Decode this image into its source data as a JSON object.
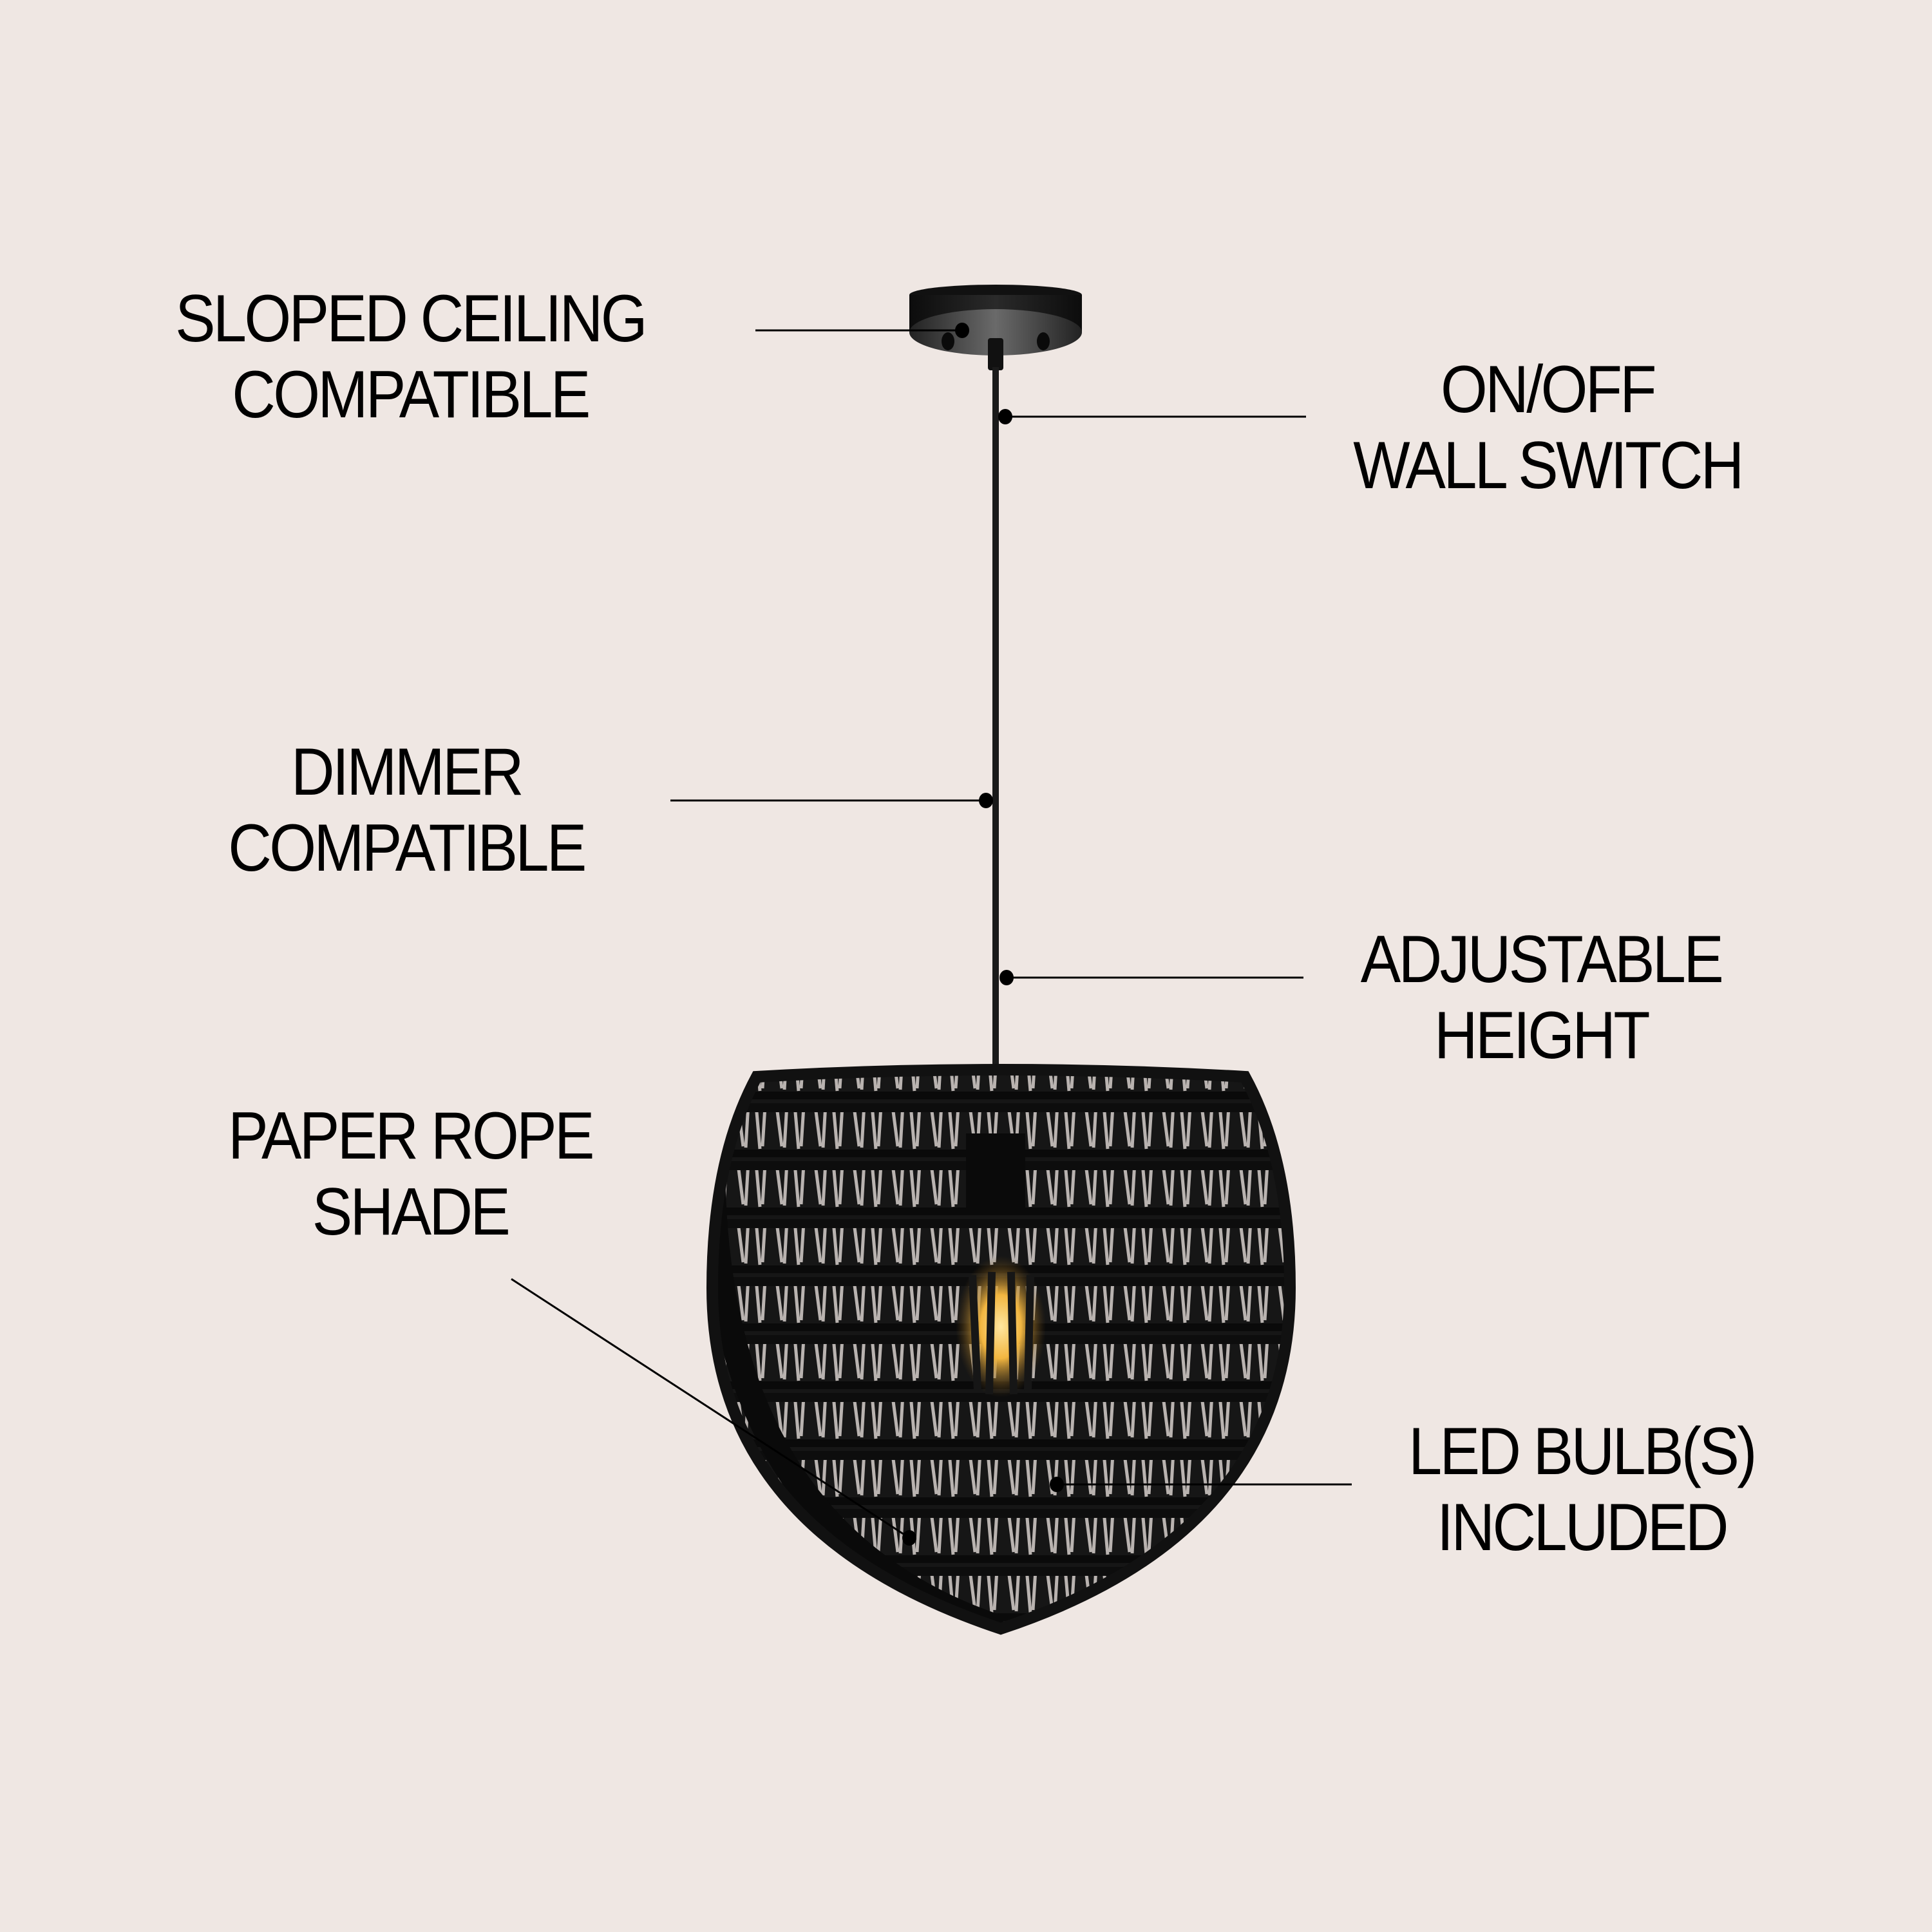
{
  "background_color": "#EFE7E3",
  "product": {
    "name": "Black paper rope globe pendant light",
    "colors": {
      "fixture": "#141414",
      "bulb_glow": "#F2B640",
      "callout_line": "#000000"
    }
  },
  "callouts": [
    {
      "id": "sloped-ceiling",
      "line1": "SLOPED CEILING",
      "line2": "COMPATIBLE",
      "side": "left"
    },
    {
      "id": "wall-switch",
      "line1": "ON/OFF",
      "line2": "WALL SWITCH",
      "side": "right"
    },
    {
      "id": "dimmer",
      "line1": "DIMMER",
      "line2": "COMPATIBLE",
      "side": "left"
    },
    {
      "id": "adjustable-height",
      "line1": "ADJUSTABLE",
      "line2": "HEIGHT",
      "side": "right"
    },
    {
      "id": "paper-rope-shade",
      "line1": "PAPER ROPE",
      "line2": "SHADE",
      "side": "left"
    },
    {
      "id": "led-bulbs",
      "line1": "LED BULB(S)",
      "line2": "INCLUDED",
      "side": "right"
    }
  ]
}
